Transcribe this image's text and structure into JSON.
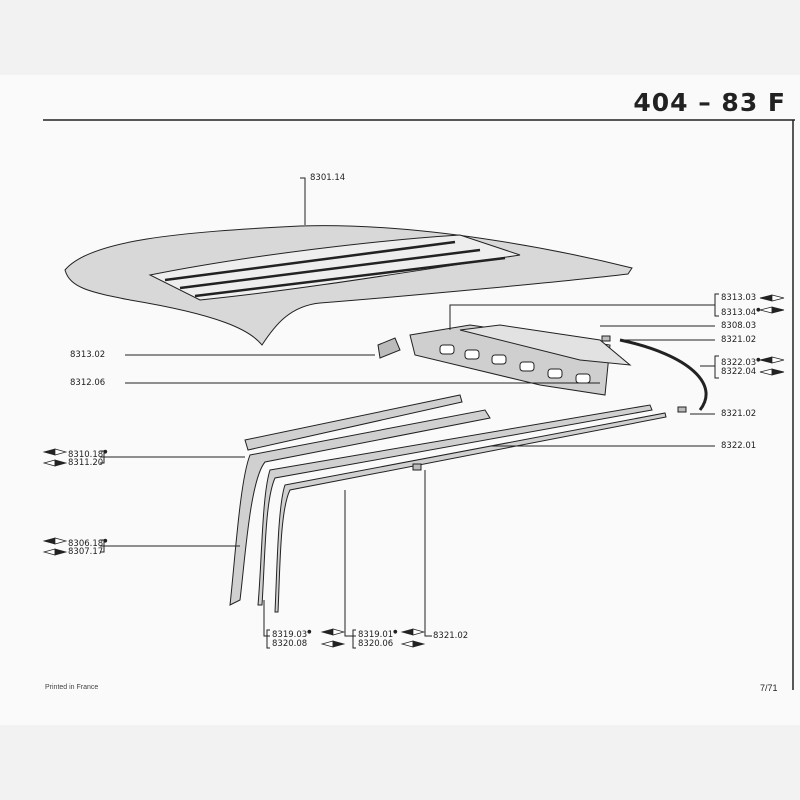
{
  "header": {
    "title": "404 – 83 F"
  },
  "parts": {
    "roof": "8301.14",
    "r1": "8313.03",
    "r2": "8313.04",
    "r3": "8308.03",
    "r4": "8321.02",
    "r5": "8322.03",
    "r6": "8322.04",
    "r7": "8321.02",
    "r8": "8322.01",
    "l1": "8313.02",
    "l2": "8312.06",
    "l3": "8310.18",
    "l4": "8311.20",
    "l5": "8306.18",
    "l6": "8307.17",
    "b1": "8319.03",
    "b2": "8320.08",
    "b3": "8319.01",
    "b4": "8320.06",
    "b5": "8321.02"
  },
  "marker": "●",
  "footer": {
    "printed": "Printed in France",
    "page": "7/71"
  }
}
